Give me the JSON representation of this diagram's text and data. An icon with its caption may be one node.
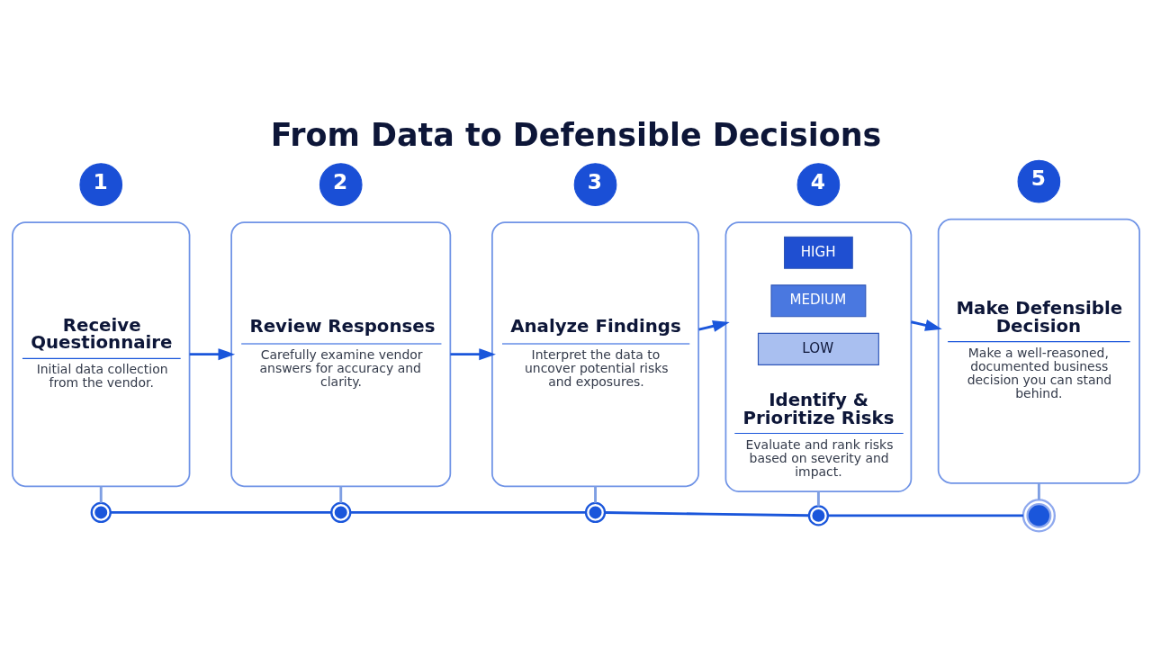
{
  "diagram": {
    "title": "From Data to Defensible Decisions",
    "nodes": [
      {
        "text": [
          "1"
        ]
      },
      {
        "text": [
          "Receive Questionnaire",
          "Initial data collection from the vendor."
        ]
      },
      {
        "text": [
          "2"
        ]
      },
      {
        "text": [
          "Review Responses",
          "Carefully examine vendor answers for accuracy and clarity."
        ]
      },
      {
        "text": [
          "3"
        ]
      },
      {
        "text": [
          "Analyze Findings",
          "Interpret the data to uncover potential risks and exposures."
        ]
      },
      {
        "text": [
          "4"
        ]
      },
      {
        "text": [
          "Identify & Prioritize Risks",
          "Evaluate and rank risks based on severity and impact."
        ]
      },
      {
        "text": [
          "HIGH"
        ],
        "in": 7
      },
      {
        "text": [
          "MEDIUM"
        ],
        "in": 7
      },
      {
        "text": [
          "LOW"
        ],
        "in": 7
      },
      {
        "text": [
          "5"
        ]
      },
      {
        "text": [
          "Make Defensible Decision",
          "Make a well-reasoned, documented business decision you can stand behind."
        ]
      },
      {
        "text": [],
        "shape": "circle"
      },
      {
        "text": [],
        "shape": "circle"
      },
      {
        "text": [],
        "shape": "circle"
      },
      {
        "text": [],
        "shape": "circle"
      },
      {
        "text": [],
        "shape": "circle"
      }
    ],
    "edges": [
      {
        "from": 1,
        "to": 3,
        "arrow": "to"
      },
      {
        "from": 3,
        "to": 5,
        "arrow": "to"
      },
      {
        "from": 5,
        "to": 7,
        "arrow": "to"
      },
      {
        "from": 7,
        "to": 12,
        "arrow": "to"
      },
      {
        "from": 1,
        "to": 13,
        "arrow": "none",
        "color": "#7f9fe3"
      },
      {
        "from": 3,
        "to": 14,
        "arrow": "none",
        "color": "#7f9fe3"
      },
      {
        "from": 5,
        "to": 15,
        "arrow": "none",
        "color": "#7f9fe3"
      },
      {
        "from": 7,
        "to": 16,
        "arrow": "none",
        "color": "#7f9fe3"
      },
      {
        "from": 12,
        "to": 17,
        "arrow": "none",
        "color": "#7f9fe3"
      },
      {
        "from": 13,
        "to": 14,
        "arrow": "none"
      },
      {
        "from": 14,
        "to": 15,
        "arrow": "none"
      },
      {
        "from": 15,
        "to": 16,
        "arrow": "none"
      },
      {
        "from": 16,
        "to": 17,
        "arrow": "none"
      }
    ]
  }
}
